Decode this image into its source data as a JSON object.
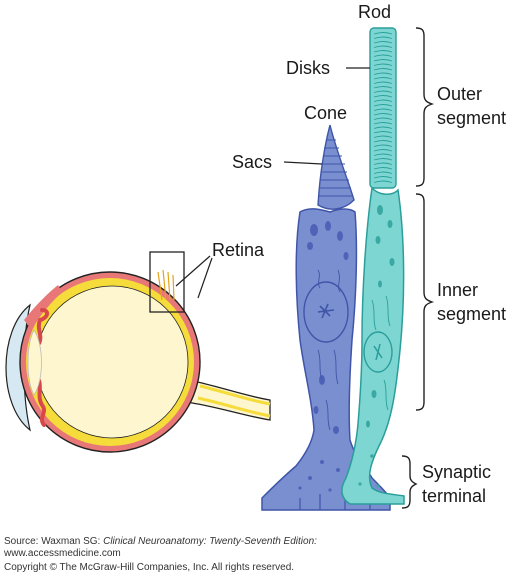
{
  "labels": {
    "rod": "Rod",
    "disks": "Disks",
    "cone": "Cone",
    "sacs": "Sacs",
    "retina": "Retina",
    "outer_segment": [
      "Outer",
      "segment"
    ],
    "inner_segment": [
      "Inner",
      "segment"
    ],
    "synaptic_terminal": [
      "Synaptic",
      "terminal"
    ]
  },
  "credits": {
    "source_prefix": "Source: Waxman SG: ",
    "source_title": "Clinical Neuroanatomy: Twenty-Seventh Edition:",
    "url": "www.accessmedicine.com",
    "copyright": "Copyright © The McGraw-Hill Companies, Inc. All rights reserved."
  },
  "colors": {
    "cone_fill": "#7a8fd0",
    "cone_stroke": "#3f55a8",
    "rod_fill": "#7ed6d2",
    "rod_stroke": "#2a9e9a",
    "eye_fill": "#fdf6cf",
    "retina_yellow": "#f5dc3a",
    "choroid_red": "#e87878",
    "cornea_blue": "#d6e9f3"
  }
}
